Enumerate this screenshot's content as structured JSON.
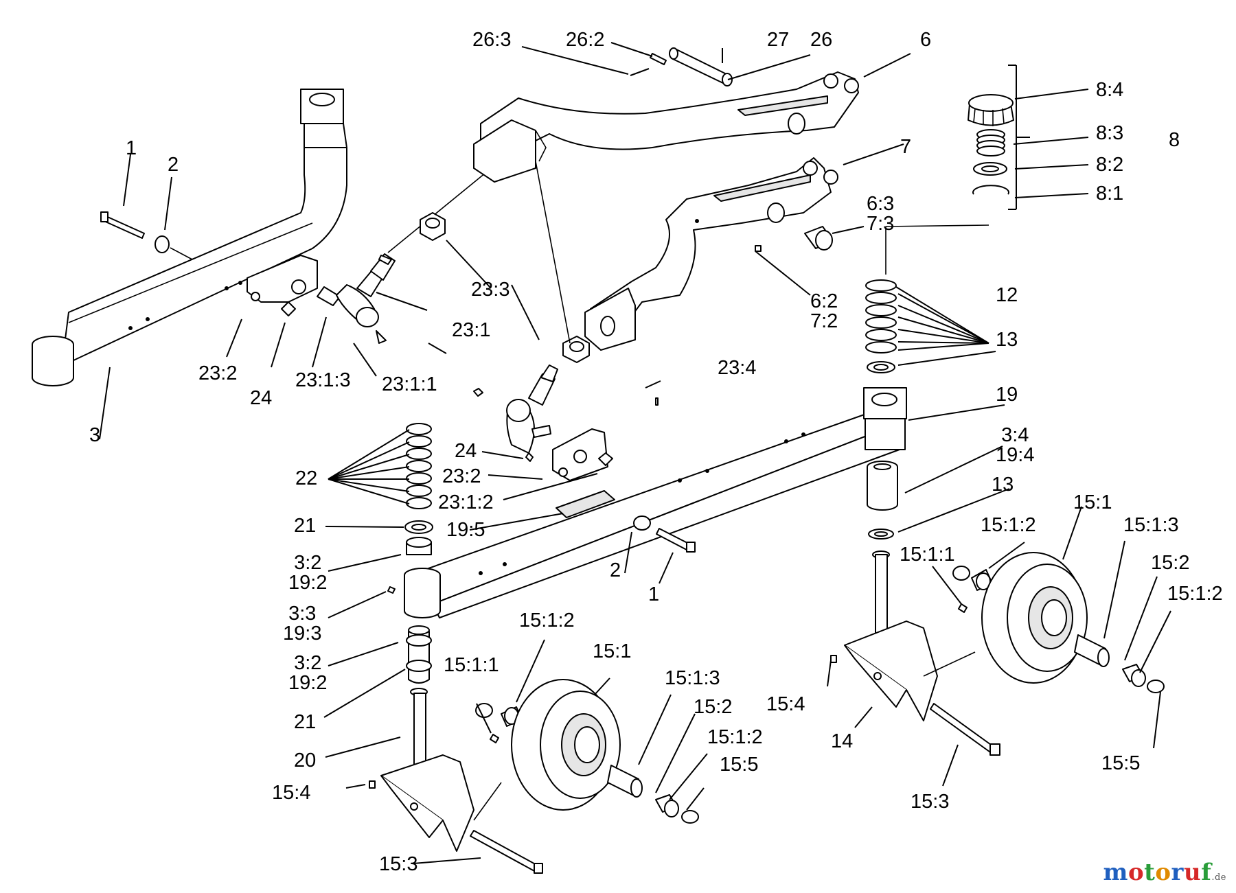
{
  "figure": "front caster / suspension exploded parts view",
  "labels": {
    "1a": "1",
    "2a": "2",
    "3": "3",
    "23_2a": "23:2",
    "24a": "24",
    "23_1_3": "23:1:3",
    "23_1_1a": "23:1:1",
    "23_3": "23:3",
    "23_1": "23:1",
    "23_4": "23:4",
    "26_3": "26:3",
    "26_2": "26:2",
    "27": "27",
    "26": "26",
    "6": "6",
    "7": "7",
    "6_3": "6:3\n7:3",
    "6_2": "6:2\n7:2",
    "8_4": "8:4",
    "8_3": "8:3",
    "8_2": "8:2",
    "8_1": "8:1",
    "8": "8",
    "12": "12",
    "13a": "13",
    "19": "19",
    "3_4": "3:4\n19:4",
    "13b": "13",
    "22": "22",
    "24b": "24",
    "23_2b": "23:2",
    "23_1_2": "23:1:2",
    "19_5": "19:5",
    "21a": "21",
    "3_2a": "3:2\n19:2",
    "3_3": "3:3\n19:3",
    "3_2b": "3:2\n19:2",
    "21b": "21",
    "20": "20",
    "15_4a": "15:4",
    "15_3a": "15:3",
    "2b": "2",
    "1b": "1",
    "15_1_2a": "15:1:2",
    "15_1a": "15:1",
    "15_1_1a": "15:1:1",
    "15_1_3a": "15:1:3",
    "15_2a": "15:2",
    "15_1_2b": "15:1:2",
    "15_5a": "15:5",
    "15_1b": "15:1",
    "15_1_2c": "15:1:2",
    "15_1_3b": "15:1:3",
    "15_1_1b": "15:1:1",
    "15_2b": "15:2",
    "15_1_2d": "15:1:2",
    "15_4b": "15:4",
    "14": "14",
    "15_3b": "15:3",
    "15_5b": "15:5"
  },
  "watermark": {
    "text": "motoruf",
    "suffix": ".de",
    "colors": [
      "#1f5fbf",
      "#d62828",
      "#2a9d3a",
      "#e08a00",
      "#1f5fbf",
      "#d62828",
      "#2a9d3a"
    ]
  }
}
